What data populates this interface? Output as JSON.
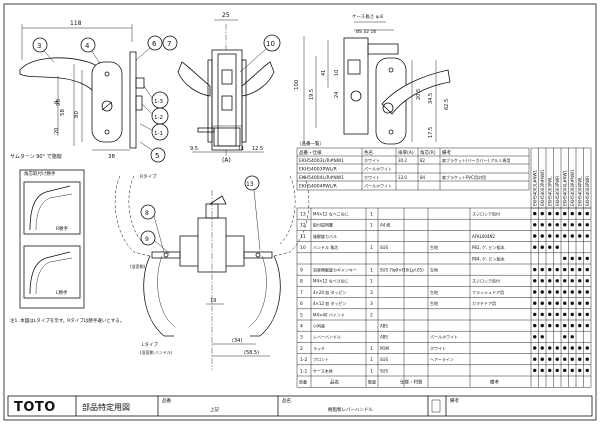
{
  "title_block": {
    "brand": "TOTO",
    "sheet_title": "部品特定用図",
    "label_drawing_no": "品番",
    "drawing_no_value": "上記",
    "label_name": "品名",
    "name_value": "樹脂製レバーハンドル",
    "label_remarks": "備考"
  },
  "dims": {
    "d118": "118",
    "d25_top": "25",
    "case_len": "ケース長さ φ.8",
    "bs": "BS 32 16",
    "d58": "58",
    "d98": "98",
    "d80": "80",
    "d20": "20",
    "d9": "9",
    "d38": "38",
    "d9_5": "9.5",
    "d11": "11",
    "d12_5": "12.5",
    "d_a": "(A)",
    "d100": "100",
    "d195": "19.5",
    "d41": "41",
    "d10": "10",
    "d24": "24",
    "d205": "20.5",
    "d345": "34.5",
    "d625": "62.5",
    "d175": "17.5",
    "d19": "19",
    "d34": "(34)",
    "d585": "(58.5)",
    "thumb_turn": "サムターン 90° で施錠"
  },
  "callouts": [
    "3",
    "4",
    "5",
    "6",
    "7",
    "1-1",
    "1-2",
    "1-3",
    "10",
    "13",
    "8",
    "9"
  ],
  "labels": {
    "r_type": "Rタイプ",
    "l_type": "Lタイプ",
    "bath_handle": "(浴室側\nハンドル)",
    "bath_side": "(浴室側)",
    "handle_side": "角芯取付け勝手",
    "r_hand": "R勝手",
    "l_hand": "L勝手",
    "note": "注1. 本図はLタイプを示す。Rタイプは勝手違いとする。"
  },
  "product_table": {
    "caption": "〈品番一覧〉",
    "headers": [
      "品番・仕様",
      "色名",
      "扉厚(A)",
      "角芯(R)",
      "備考"
    ],
    "rows": [
      [
        "EKH54003L/R#NW1",
        "ホワイト",
        "30.2",
        "82",
        "扉ブラケット(バーカバー) アルミ専用"
      ],
      [
        "EKH54003PWL/R",
        "パールホワイト",
        "",
        "",
        ""
      ],
      [
        "EKH54004L/R#NW1",
        "ホワイト",
        "33.0",
        "84",
        "扉ブラケットPVC用対用"
      ],
      [
        "EKH54004PWL/R",
        "パールホワイト",
        "",
        "",
        ""
      ]
    ]
  },
  "models": [
    "EKH54003L#NW1",
    "EKH54003R#NW1",
    "EKH54003PWL",
    "EKH54003PWR",
    "EKH54004L#NW1",
    "EKH54004R#NW1",
    "EKH54004PWL",
    "EKH54004PWR"
  ],
  "parts": [
    {
      "no": "13",
      "name": "M4×12 なべこねじ",
      "qty": "1",
      "spec": "",
      "color": "",
      "remarks": "スジロック処付"
    },
    {
      "no": "12",
      "name": "取付説明書",
      "qty": "1",
      "spec": "A4 紙",
      "color": "",
      "remarks": ""
    },
    {
      "no": "11",
      "name": "施解錠カバル",
      "qty": "",
      "spec": "",
      "color": "",
      "remarks": "AFKL004N2"
    },
    {
      "no": "10",
      "name": "ハンドル 角芯",
      "qty": "1",
      "spec": "SUS",
      "color": "生地",
      "remarks": "P82, ゲ, ビン組本"
    },
    {
      "no": "",
      "name": "",
      "qty": "",
      "spec": "",
      "color": "",
      "remarks": "P84, ゲ, ビン組本"
    },
    {
      "no": "9",
      "name": "浴室側解錠カギャンキー",
      "qty": "1",
      "spec": "SUS 7/φ9×f10(LpI.05)",
      "color": "生地",
      "remarks": ""
    },
    {
      "no": "8",
      "name": "M4×12 なべさねじ",
      "qty": "1",
      "spec": "",
      "color": "",
      "remarks": "スジロック処付"
    },
    {
      "no": "7",
      "name": "4×20 皿 タッピン",
      "qty": "3",
      "spec": "",
      "color": "生地",
      "remarks": "フラッシュドア用"
    },
    {
      "no": "6",
      "name": "4×12 皿 タッピン",
      "qty": "3",
      "spec": "",
      "color": "生地",
      "remarks": "カマチドア用"
    },
    {
      "no": "5",
      "name": "M4×40 バインド",
      "qty": "2",
      "spec": "",
      "color": "",
      "remarks": ""
    },
    {
      "no": "4",
      "name": "小判座",
      "qty": "",
      "spec": "ABS",
      "color": "",
      "remarks": ""
    },
    {
      "no": "3",
      "name": "レバーハンドル",
      "qty": "",
      "spec": "ABS",
      "color": "パールホワイト",
      "remarks": ""
    },
    {
      "no": "2",
      "name": "ラッチ",
      "qty": "1",
      "spec": "POM",
      "color": "ホワイト",
      "remarks": ""
    },
    {
      "no": "1-2",
      "name": "フロント",
      "qty": "1",
      "spec": "SUS",
      "color": "ヘアーライン",
      "remarks": ""
    },
    {
      "no": "1-1",
      "name": "ケース本体",
      "qty": "1",
      "spec": "SUS",
      "color": "",
      "remarks": ""
    }
  ],
  "parts_footer": {
    "no": "部番",
    "name": "品名",
    "qty": "数量",
    "spec": "仕様・材質",
    "remarks": "備考"
  }
}
